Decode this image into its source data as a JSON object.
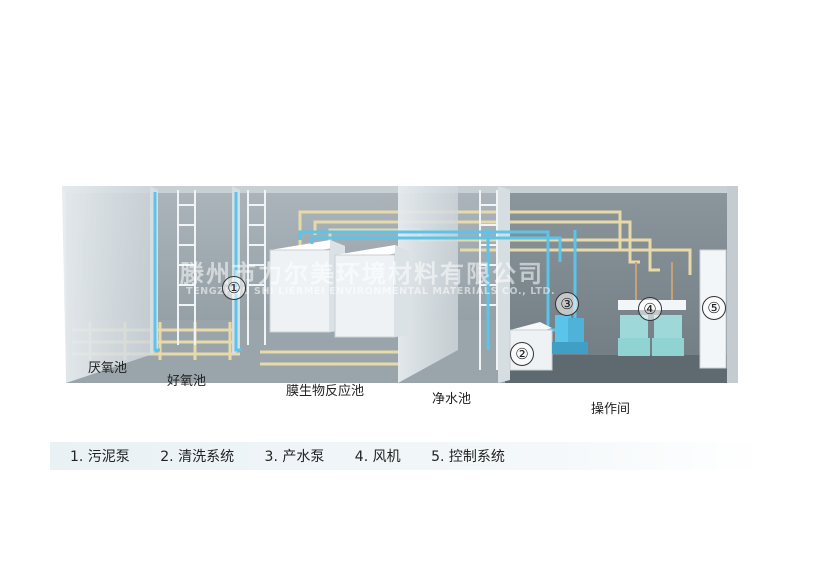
{
  "zones": {
    "anoxic": "厌氧池",
    "aerobic": "好氧池",
    "mbr": "膜生物反应池",
    "clean_water": "净水池",
    "operation_room": "操作间"
  },
  "markers": [
    "①",
    "②",
    "③",
    "④",
    "⑤"
  ],
  "legend": [
    "1. 污泥泵",
    "2. 清洗系统",
    "3. 产水泵",
    "4. 风机",
    "5. 控制系统"
  ],
  "watermark": {
    "chinese": "滕州市力尔美环境材料有限公司",
    "english": "TENGZHOU SHI LIERMEI ENVIRONMENTAL MATERIALS CO., LTD."
  },
  "colors": {
    "pipe_blue": "#5bc4ea",
    "pipe_yellow": "#e8d9a8",
    "wall_gray": "#8e9aa1",
    "floor_dark": "#7d8890",
    "tank_white": "#f3f6f8",
    "equipment_teal": "#8fd3d3"
  }
}
